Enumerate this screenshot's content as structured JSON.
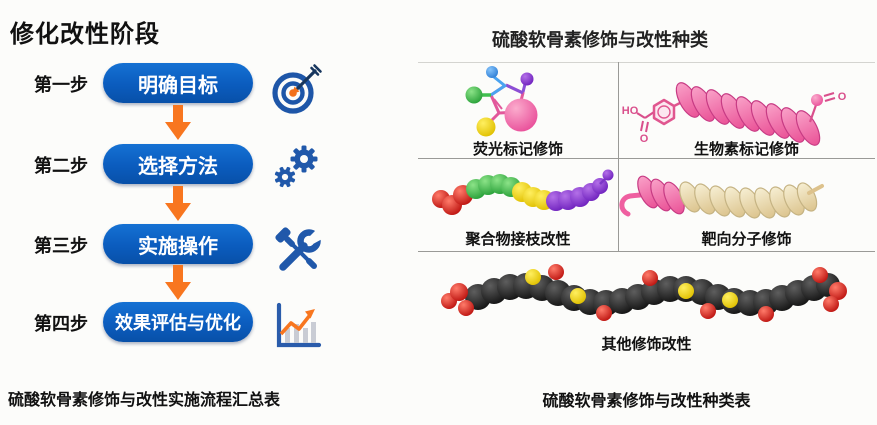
{
  "colors": {
    "pill_blue": "#0b5cbe",
    "arrow_orange": "#f8761f",
    "icon_blue": "#2058aa",
    "bullseye_orange": "#f2711c",
    "divider_gray": "#9a9a97",
    "molecule_pink": "#ee5f9f",
    "molecule_green": "#3fbf4e",
    "molecule_yellow": "#f2d60a",
    "molecule_purple": "#8a3fd2",
    "molecule_red": "#da2420",
    "molecule_black": "#262626",
    "molecule_beige": "#e9dcb2"
  },
  "left_panel": {
    "title": "修化改性阶段",
    "steps": [
      {
        "label": "第一步",
        "action": "明确目标",
        "icon": "target-dart-icon"
      },
      {
        "label": "第二步",
        "action": "选择方法",
        "icon": "gears-icon"
      },
      {
        "label": "第三步",
        "action": "实施操作",
        "icon": "wrench-screwdriver-icon"
      },
      {
        "label": "第四步",
        "action": "效果评估与优化",
        "icon": "growth-chart-icon"
      }
    ],
    "caption": "硫酸软骨素修饰与改性实施流程汇总表"
  },
  "right_panel": {
    "title": "硫酸软骨素修饰与改性种类",
    "cells": [
      {
        "caption": "荧光标记修饰"
      },
      {
        "caption": "生物素标记修饰"
      },
      {
        "caption": "聚合物接枝改性"
      },
      {
        "caption": "靶向分子修饰"
      },
      {
        "caption": "其他修饰改性"
      }
    ],
    "molecule_text": {
      "ho": "HO",
      "o1": "O",
      "o2": "O"
    },
    "caption": "硫酸软骨素修饰与改性种类表"
  }
}
